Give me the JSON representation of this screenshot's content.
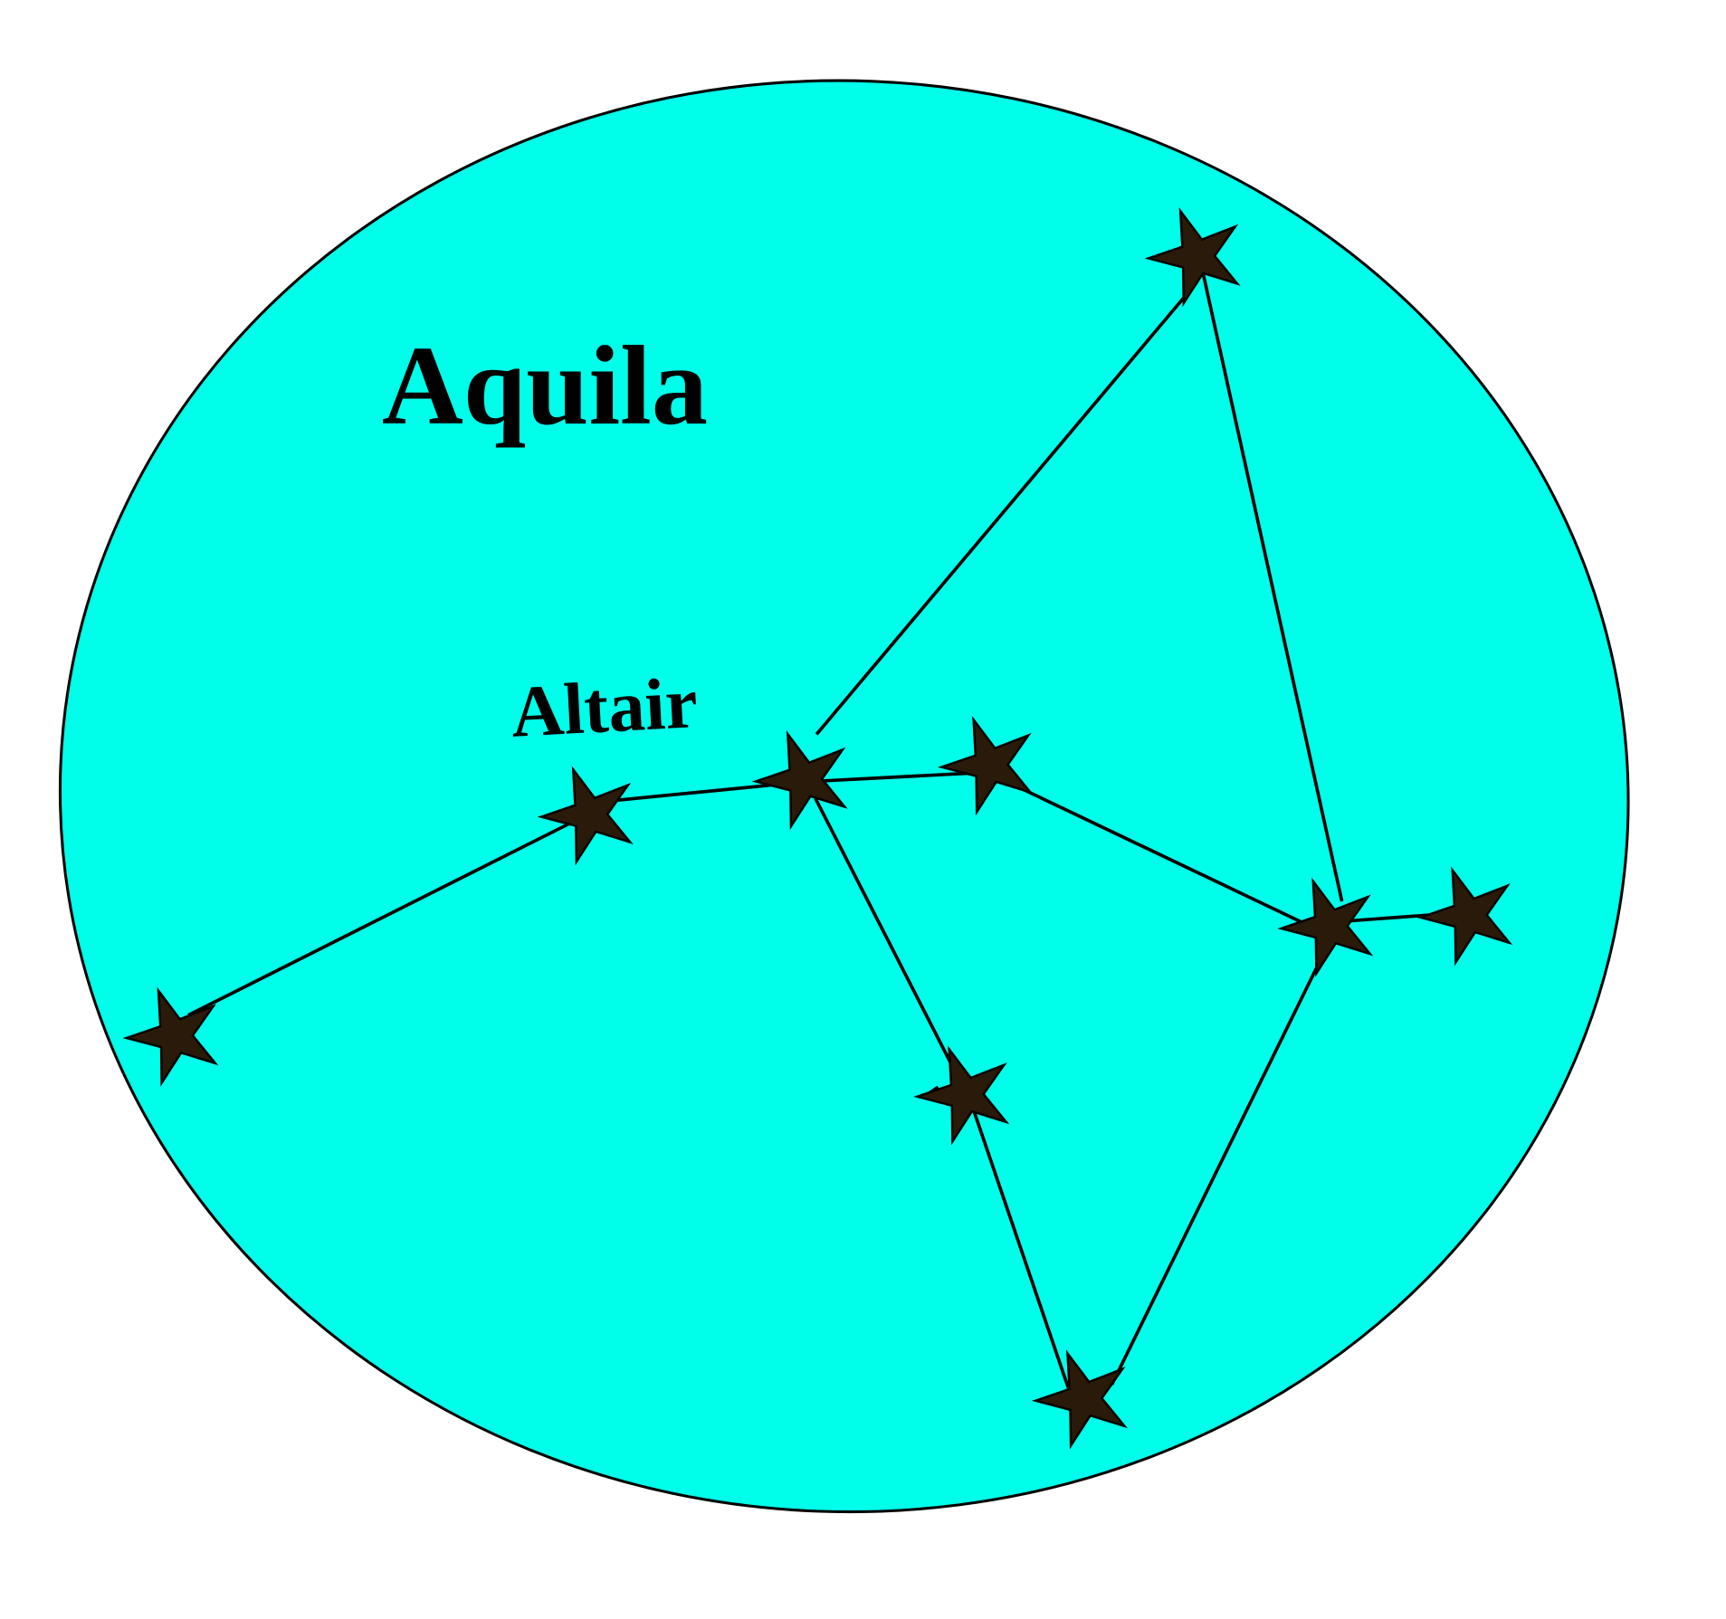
{
  "title": "Aquila",
  "star_label": "Altair",
  "colors": {
    "sky": "#00ffea",
    "star": "#2a1a0a",
    "line": "#000000"
  },
  "stars": [
    "star-1",
    "star-altair",
    "star-3",
    "star-4",
    "star-5",
    "star-6",
    "star-7",
    "star-8",
    "star-9"
  ]
}
